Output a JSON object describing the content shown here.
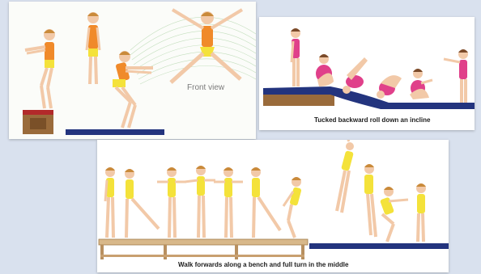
{
  "panels": {
    "jump": {
      "label": "Front view"
    },
    "roll": {
      "caption": "Tucked backward roll down an incline"
    },
    "bench": {
      "caption": "Walk forwards along a bench and full turn in the middle"
    }
  },
  "colors": {
    "leotard_orange": "#f08a2a",
    "leotard_yellow": "#f4e23a",
    "leotard_pink": "#e0408a",
    "mat_blue": "#23347e",
    "box_brown": "#9a6b3b",
    "bench_tan": "#d8b88a",
    "skin": "#f2c9a8",
    "hair": "#c98a3a"
  }
}
